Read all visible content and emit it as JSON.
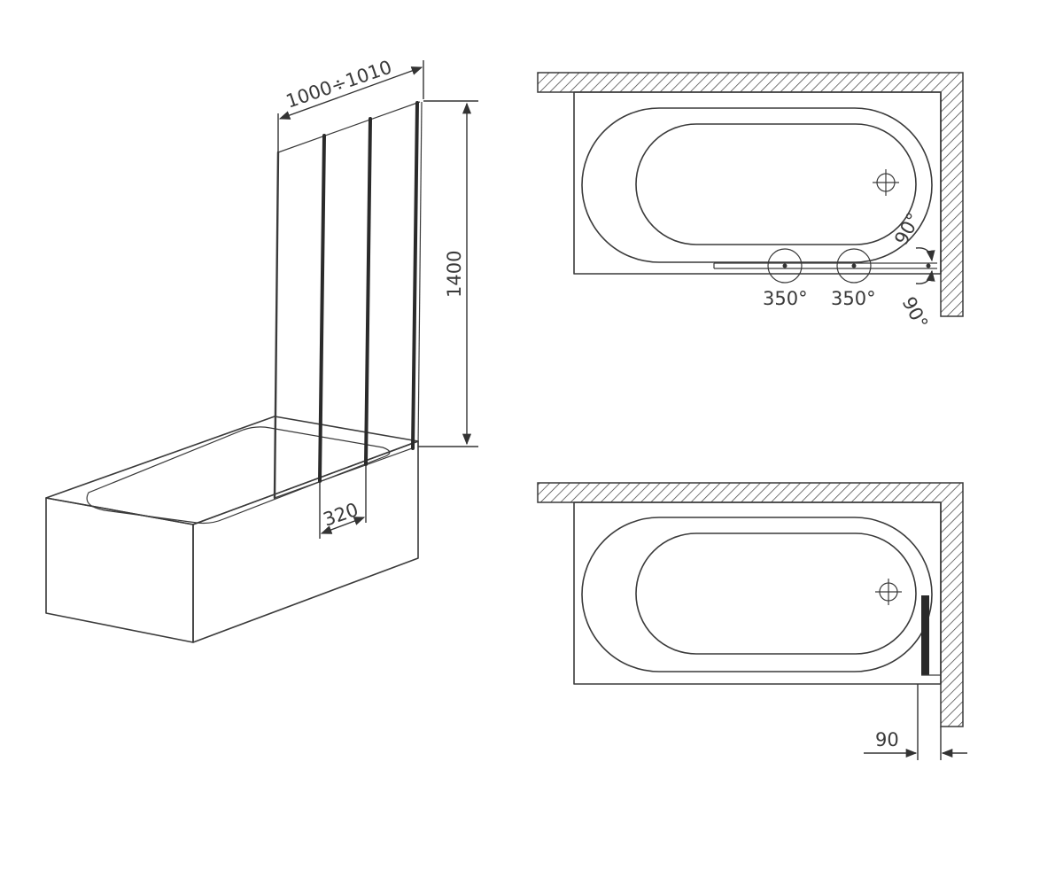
{
  "labels": {
    "width_range": "1000÷1010",
    "height": "1400",
    "panel_width": "320",
    "rotation_left": "350°",
    "rotation_right": "350°",
    "angle_top": "90°",
    "angle_bottom": "90°",
    "folded_depth": "90"
  },
  "colors": {
    "line": "#3a3a3a",
    "background": "#ffffff"
  }
}
